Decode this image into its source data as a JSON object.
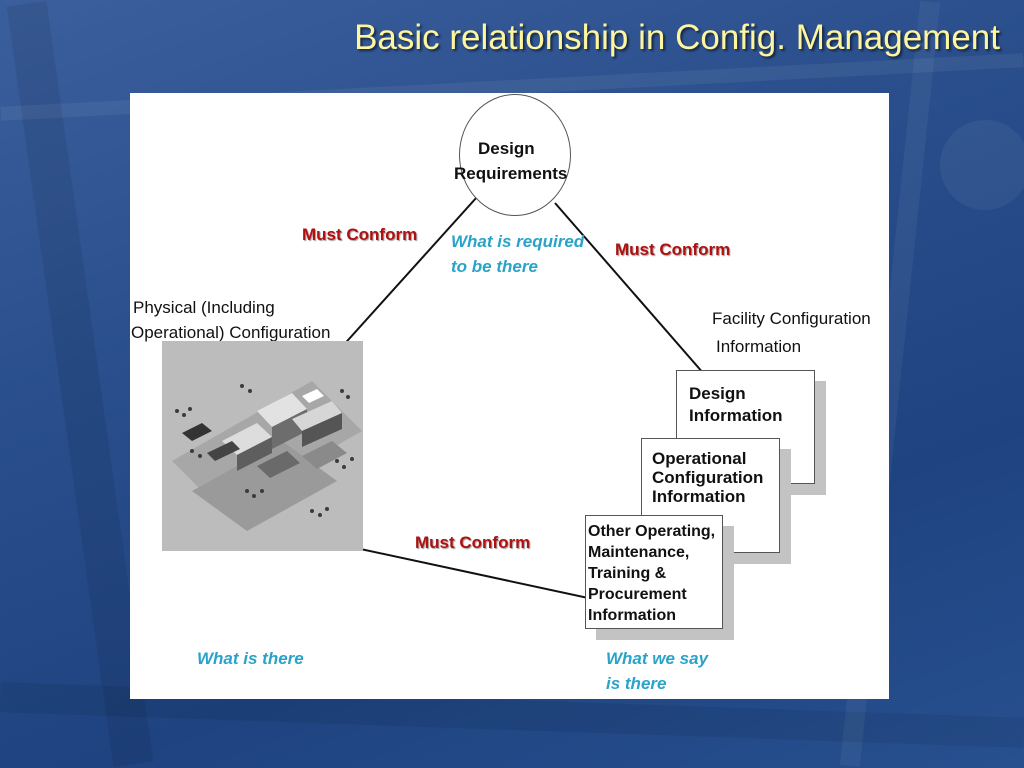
{
  "slide": {
    "title": "Basic relationship in Config. Management",
    "accent_color": "#fdf5a0",
    "background_color": "#254a86"
  },
  "diagram": {
    "top_node": {
      "line1": "Design",
      "line2": "Requirements"
    },
    "top_caption": {
      "line1": "What is required",
      "line2": "to be there"
    },
    "must_conform_left": "Must Conform",
    "must_conform_right": "Must Conform",
    "must_conform_bottom": "Must Conform",
    "left_node": {
      "line1": "Physical (Including",
      "line2": "Operational) Configuration",
      "image_icon": "industrial-facility-aerial-image"
    },
    "left_caption": "What is there",
    "right_node": {
      "line1": "Facility Configuration",
      "line2": "Information",
      "cards": [
        {
          "lines": [
            "Design",
            "Information"
          ]
        },
        {
          "lines": [
            "Operational",
            "Configuration",
            "Information"
          ]
        },
        {
          "lines": [
            "Other Operating,",
            "Maintenance,",
            "Training &",
            "Procurement",
            "Information"
          ]
        }
      ]
    },
    "right_caption": {
      "line1": "What we say",
      "line2": "is there"
    },
    "colors": {
      "must_conform": "#b01010",
      "caption": "#2aa3c8"
    }
  }
}
